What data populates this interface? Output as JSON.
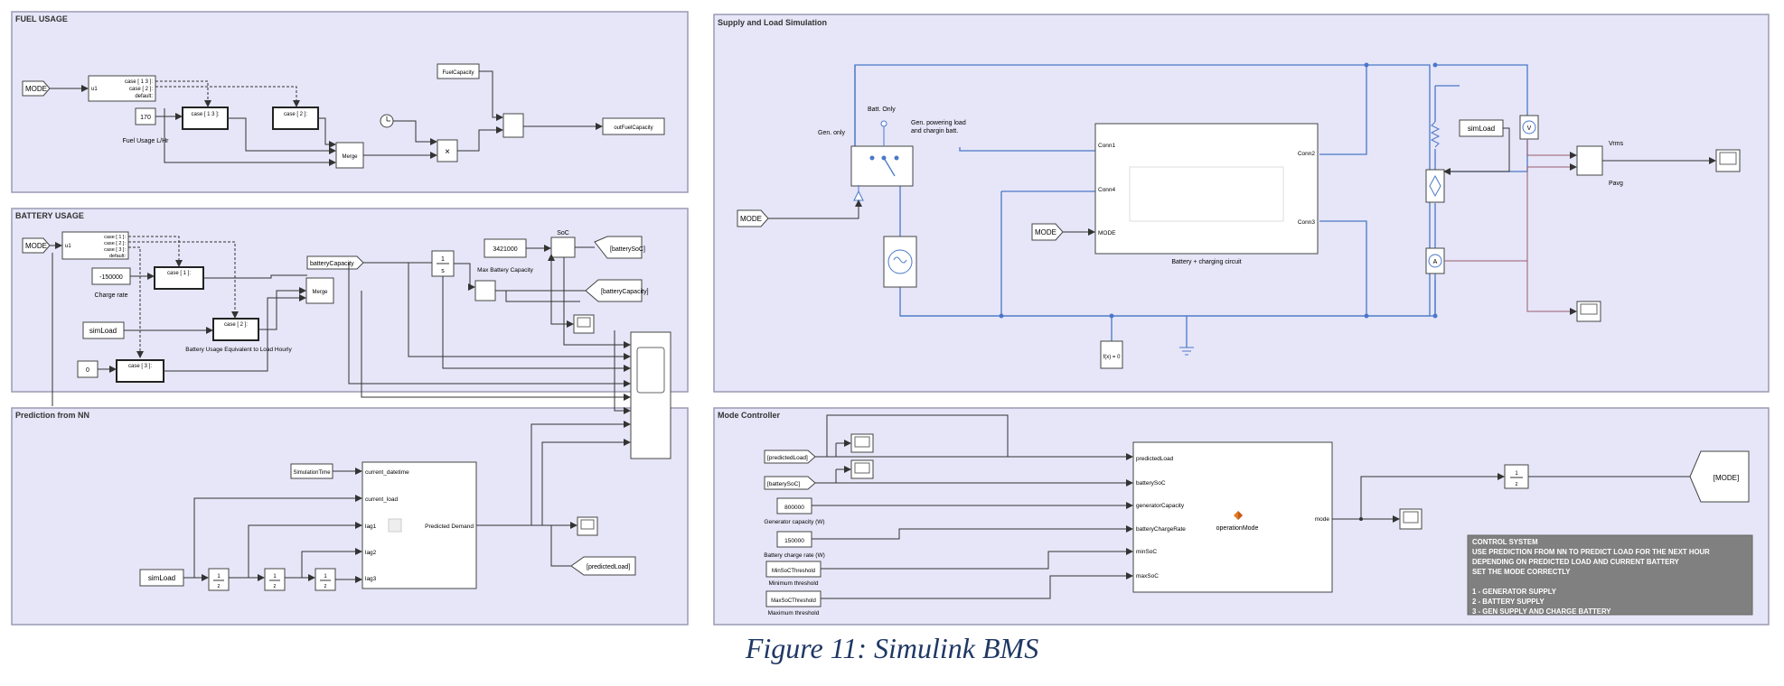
{
  "caption": "Figure 11: Simulink BMS",
  "colors": {
    "panel_fill": "#e6e6f8",
    "panel_border": "#9a9ab4",
    "signal_line": "#333333",
    "physical_line": "#4a78c8",
    "note_fill": "#808080"
  },
  "panels": {
    "fuel": "FUEL USAGE",
    "battery": "BATTERY USAGE",
    "prediction": "Prediction from NN",
    "supply": "Supply and Load Simulation",
    "mode": "Mode Controller"
  },
  "fuel": {
    "mode_tag": "MODE",
    "switch_case": [
      "case [ 1 3 ]:",
      "case [ 2 ]:",
      "default:"
    ],
    "switch_in": "u1",
    "const_value": "170",
    "const_label": "Fuel Usage L/Hr",
    "case13": "case [ 1 3 ]:",
    "case2": "case [ 2 ]:",
    "merge": "Merge",
    "fuel_capacity": "FuelCapacity",
    "mult": "×",
    "out": "outFuelCapacity"
  },
  "battery": {
    "mode_tag": "MODE",
    "switch_case": [
      "case [ 1 ]:",
      "case [ 2 ]:",
      "case [ 3 ]:",
      "default:"
    ],
    "switch_in": "u1",
    "charge_rate_value": "-150000",
    "charge_rate_label": "Charge rate",
    "case1": "case [ 1 ]:",
    "goto_battery_capacity": "batteryCapacity",
    "merge": "Merge",
    "integrator_num": "1",
    "integrator_den": "s",
    "max_capacity_value": "3421000",
    "max_capacity_label": "Max Battery Capacity",
    "soc_label": "SoC",
    "goto_battery_soc": "[batterySoC]",
    "goto_battery_capacity_out": "[batteryCapacity]",
    "simload": "simLoad",
    "case2": "case [ 2 ]:",
    "case2_label": "Battery Usage Equivalent to Load Hourly",
    "zero_value": "0",
    "case3": "case [ 3 ]:"
  },
  "prediction": {
    "simulation_time": "SimulationTime",
    "inputs": [
      "current_datetime",
      "current_load",
      "lag1",
      "lag2",
      "lag3"
    ],
    "output": "Predicted Demand",
    "simload": "simLoad",
    "delay_num": "1",
    "delay_den": "z",
    "goto_predicted": "[predictedLoad]"
  },
  "supply": {
    "batt_only": "Batt. Only",
    "gen_only": "Gen. only",
    "gen_powering": [
      "Gen. powering load",
      "and chargin batt."
    ],
    "mode_tag": "MODE",
    "subsystem_ports_in": [
      "Conn1",
      "Conn4",
      "MODE"
    ],
    "subsystem_ports_out": [
      "Conn2",
      "Conn3"
    ],
    "subsystem_label": "Battery + charging circuit",
    "solver": "f(x) = 0",
    "simload": "simLoad",
    "vrms": "Vrms",
    "pavg": "Pavg",
    "sensor_v": "V",
    "sensor_a": "A"
  },
  "mode": {
    "from_predicted": "[predictedLoad]",
    "from_soc": "[batterySoC]",
    "gen_capacity_value": "800000",
    "gen_capacity_label": "Generator capacity (W)",
    "charge_rate_value": "150000",
    "charge_rate_label": "Battery charge rate (W)",
    "min_const": "MinSoCThreshold",
    "min_label": "Minimum threshold",
    "max_const": "MaxSoCThreshold",
    "max_label": "Maximum threshold",
    "chart_inputs": [
      "predictedLoad",
      "batterySoC",
      "generatorCapacity",
      "batteryChargeRate",
      "minSoC",
      "maxSoC"
    ],
    "chart_output": "mode",
    "chart_name": "operationMode",
    "delay_num": "1",
    "delay_den": "z",
    "goto_mode": "[MODE]",
    "note_lines": [
      "CONTROL SYSTEM",
      "USE PREDICTION FROM NN TO PREDICT LOAD FOR THE NEXT HOUR",
      "DEPENDING ON PREDICTED LOAD AND CURRENT BATTERY",
      "SET THE MODE CORRECTLY",
      "",
      "1 - GENERATOR SUPPLY",
      "2 - BATTERY SUPPLY",
      "3 - GEN SUPPLY AND CHARGE BATTERY"
    ]
  }
}
